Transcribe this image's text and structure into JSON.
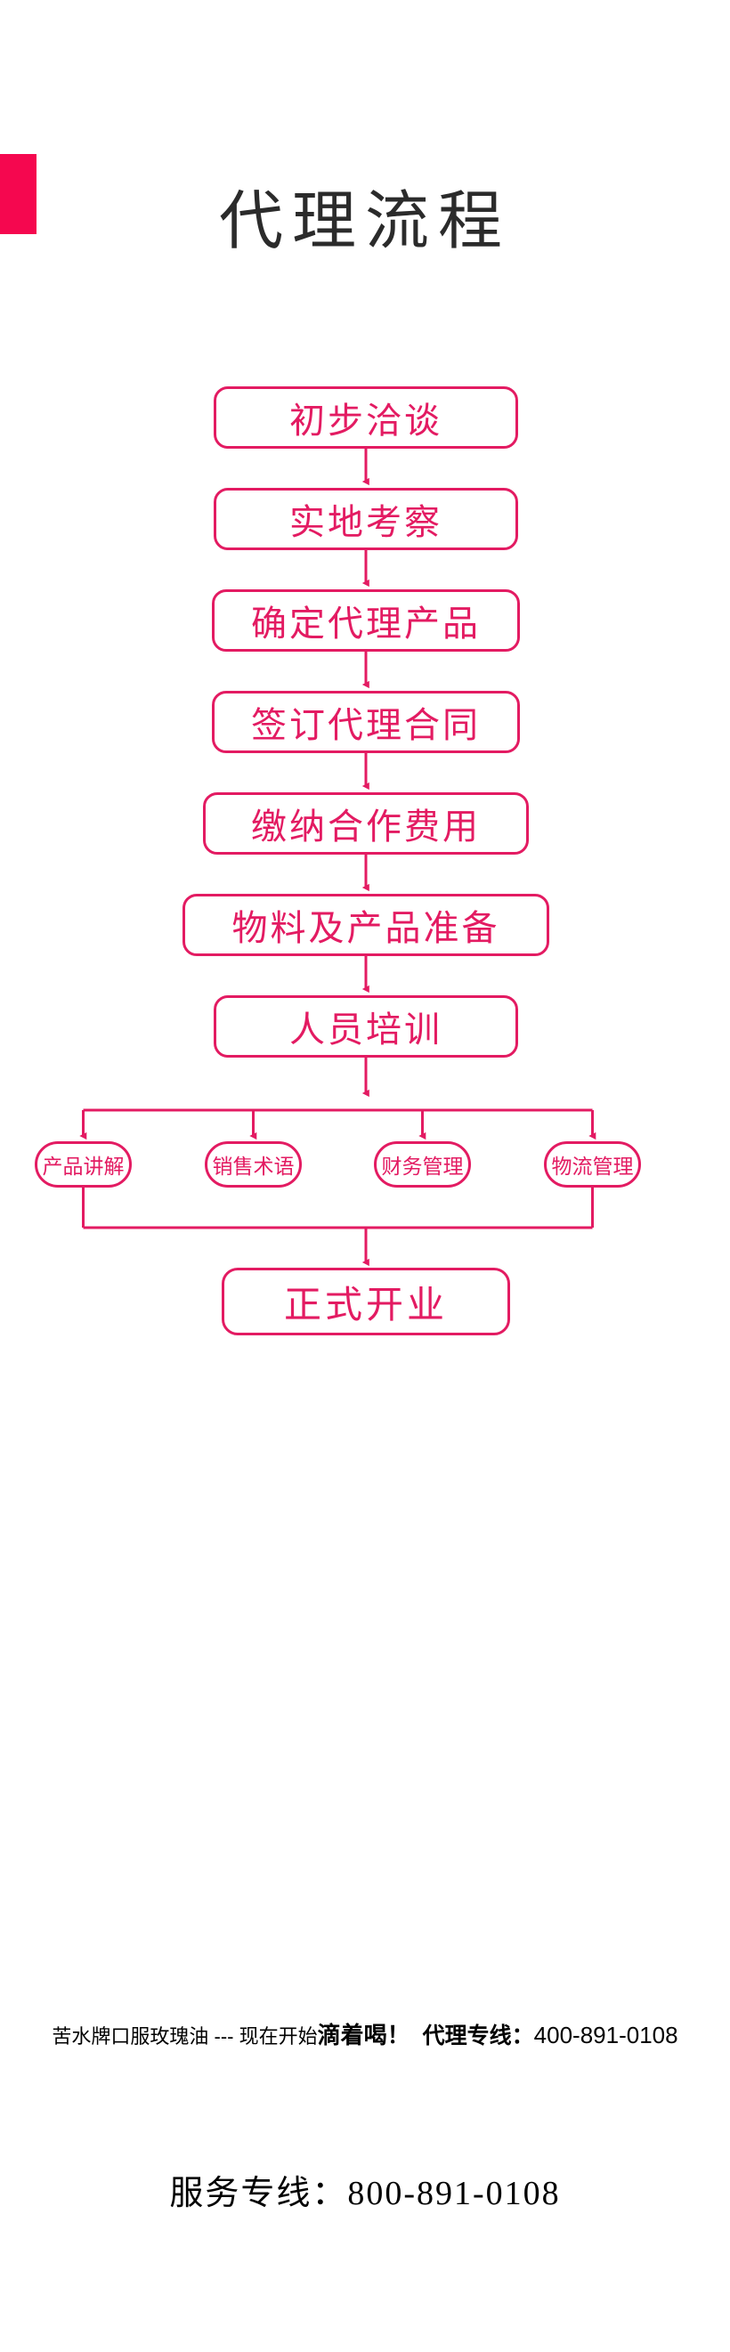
{
  "page": {
    "title": "代理流程",
    "accent_color": "#e31b62",
    "accent_bar_color": "#f5074f",
    "title_color": "#2b2b2b",
    "background": "#ffffff"
  },
  "flow": {
    "main_steps": [
      {
        "label": "初步洽谈"
      },
      {
        "label": "实地考察"
      },
      {
        "label": "确定代理产品"
      },
      {
        "label": "签订代理合同"
      },
      {
        "label": "缴纳合作费用"
      },
      {
        "label": "物料及产品准备"
      },
      {
        "label": "人员培训"
      }
    ],
    "branch_steps": [
      {
        "label": "产品讲解"
      },
      {
        "label": "销售术语"
      },
      {
        "label": "财务管理"
      },
      {
        "label": "物流管理"
      }
    ],
    "final_step": {
      "label": "正式开业"
    }
  },
  "footer": {
    "tagline_prefix": "苦水牌口服玫瑰油 --- 现在开始",
    "tagline_emphasis": "滴着喝！",
    "hotline_label": "代理专线：",
    "hotline_number": "400-891-0108",
    "service_line": "服务专线：800-891-0108"
  }
}
